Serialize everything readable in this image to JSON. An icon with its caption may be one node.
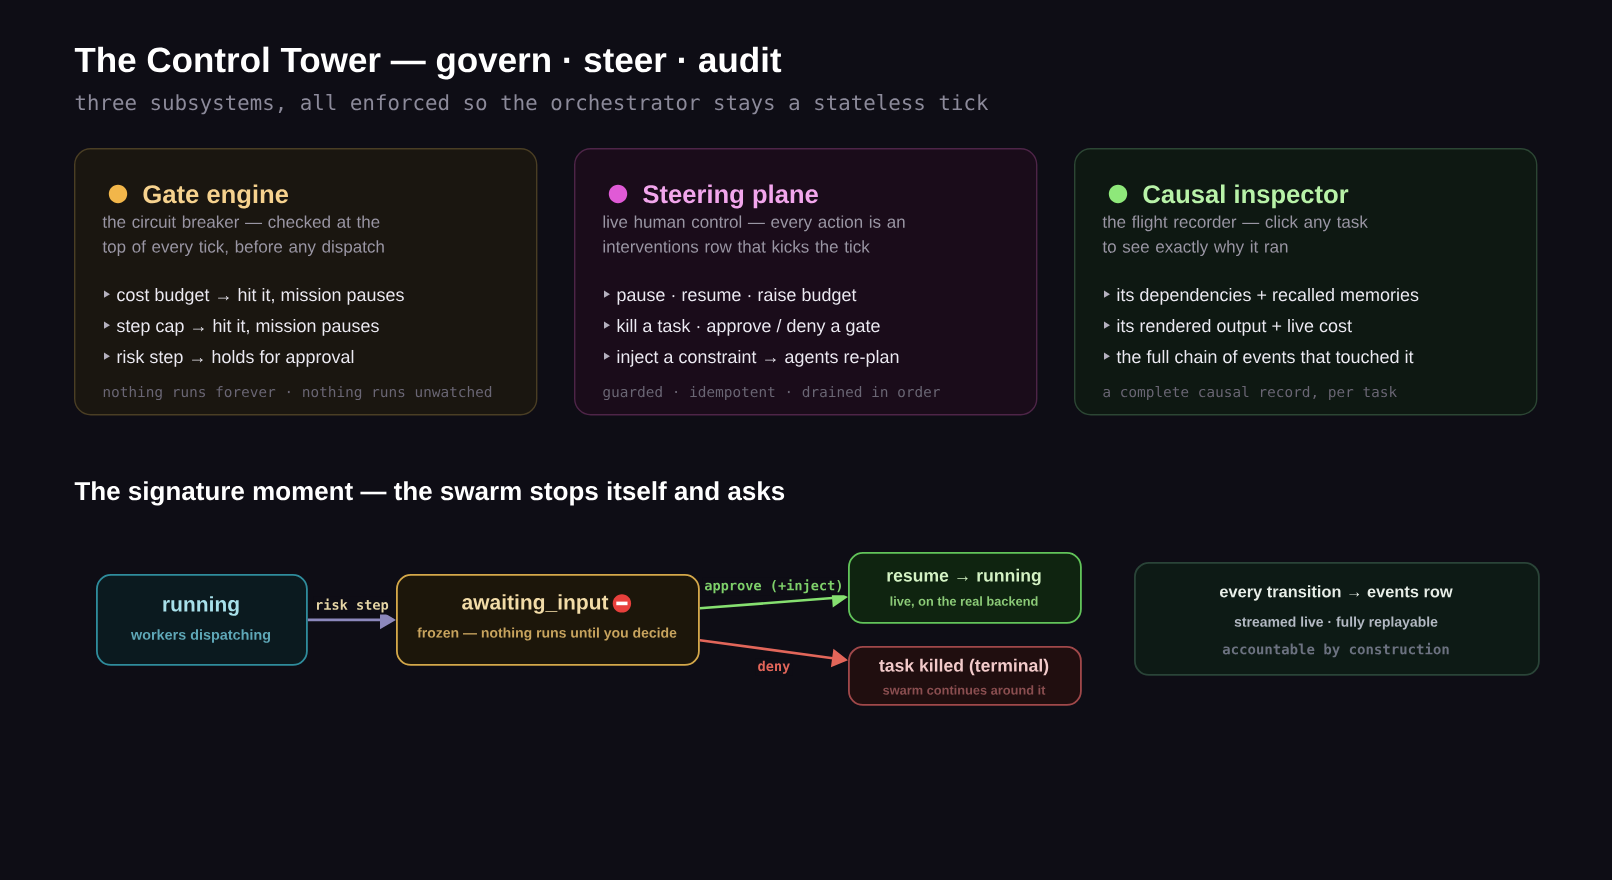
{
  "diagram": {
    "title": "The Control Tower — govern · steer · audit",
    "nodes": [
      {
        "text": [
          "Gate engine",
          "the circuit breaker — checked at the top of every tick, before any dispatch",
          "cost budget → hit it, mission pauses",
          "step cap → hit it, mission pauses",
          "risk step → holds for approval",
          "nothing runs forever · nothing runs unwatched"
        ]
      },
      {
        "text": [
          "Steering plane",
          "live human control — every action is an interventions row that kicks the tick",
          "pause · resume · raise budget",
          "kill a task · approve / deny a gate",
          "inject a constraint → agents re-plan",
          "guarded · idempotent · drained in order"
        ]
      },
      {
        "text": [
          "Causal inspector",
          "the flight recorder — click any task to see exactly why it ran",
          "its dependencies + recalled memories",
          "its rendered output + live cost",
          "the full chain of events that touched it",
          "a complete causal record, per task"
        ]
      },
      {
        "text": [
          "running",
          "workers dispatching"
        ]
      },
      {
        "text": [
          "awaiting_input",
          "frozen — nothing runs until you decide"
        ]
      },
      {
        "text": [
          "resume → running",
          "live, on the real backend"
        ]
      },
      {
        "text": [
          "task killed (terminal)",
          "swarm continues around it"
        ]
      },
      {
        "text": [
          "every transition → events row",
          "streamed live · fully replayable",
          "accountable by construction"
        ]
      }
    ],
    "edges": [
      {
        "from": 3,
        "to": 4,
        "arrow": "to",
        "label": "risk step",
        "color": "#8c88bc"
      },
      {
        "from": 4,
        "to": 5,
        "arrow": "to",
        "label": "approve (+inject)",
        "color": "#86e070"
      },
      {
        "from": 4,
        "to": 6,
        "arrow": "to",
        "label": "deny",
        "color": "#e2665a"
      }
    ],
    "labels": [
      "three subsystems, all enforced so the orchestrator stays a stateless tick",
      "The signature moment — the swarm stops itself and asks"
    ]
  }
}
